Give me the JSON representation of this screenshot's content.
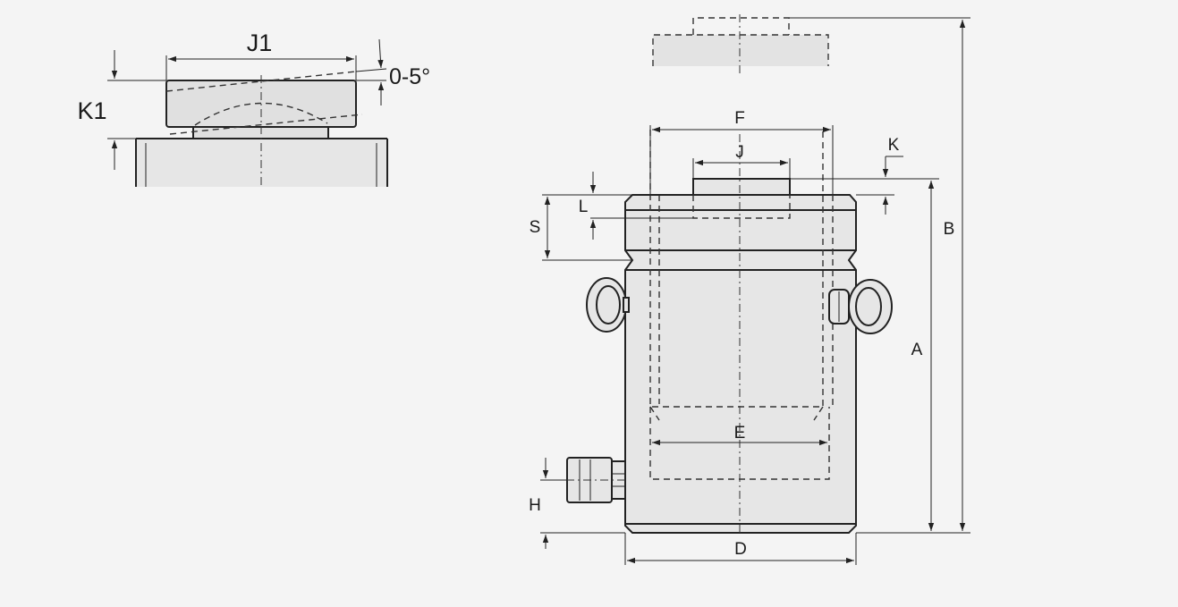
{
  "diagram": {
    "detail_view": {
      "labels": {
        "j1": "J1",
        "k1": "K1",
        "tilt": "0-5°"
      }
    },
    "main_view": {
      "labels": {
        "a": "A",
        "b": "B",
        "d": "D",
        "e": "E",
        "f": "F",
        "h": "H",
        "j": "J",
        "k": "K",
        "l": "L",
        "s": "S"
      }
    },
    "colors": {
      "background": "#f4f4f4",
      "line": "#222222",
      "fill": "#e6e6e6"
    }
  }
}
